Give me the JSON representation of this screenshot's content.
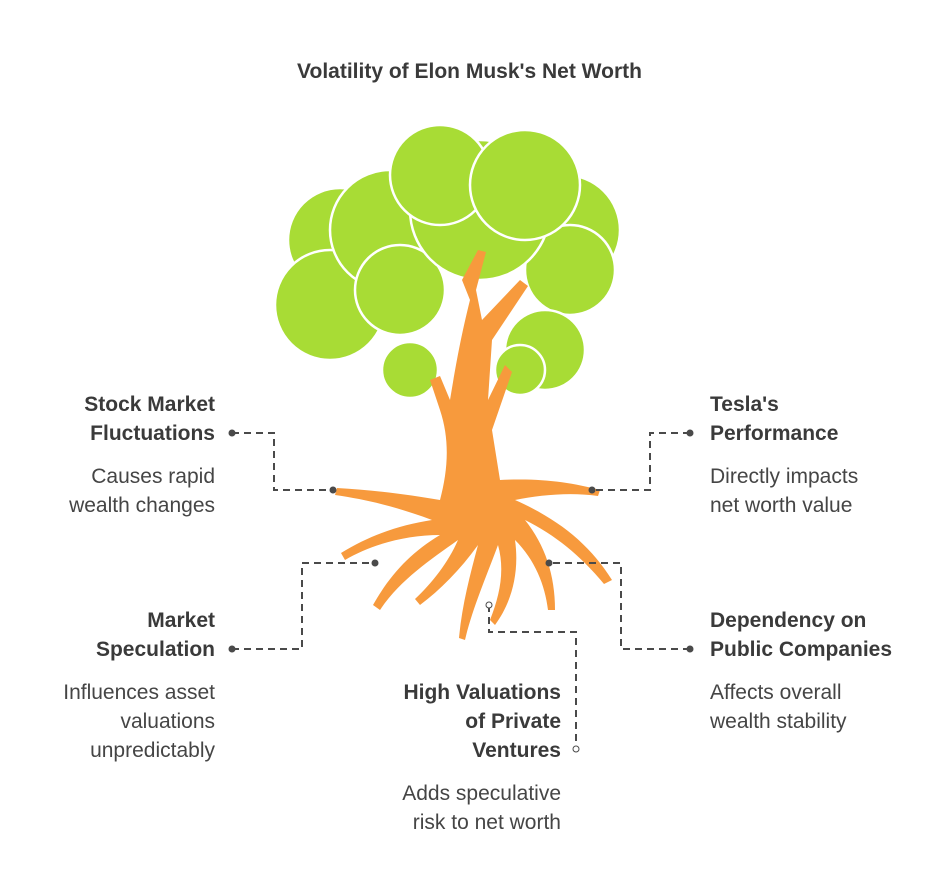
{
  "title": "Volatility of Elon Musk's Net Worth",
  "colors": {
    "foliage": "#a8dc35",
    "trunk": "#f79a3d",
    "connector": "#4a4a4a",
    "text": "#3a3a3a"
  },
  "items": [
    {
      "heading": "Stock Market\nFluctuations",
      "description": "Causes rapid\nwealth changes"
    },
    {
      "heading": "Tesla's\nPerformance",
      "description": "Directly impacts\nnet worth value"
    },
    {
      "heading": "Market\nSpeculation",
      "description": "Influences asset\nvaluations\nunpredictably"
    },
    {
      "heading": "Dependency on\nPublic Companies",
      "description": "Affects overall\nwealth stability"
    },
    {
      "heading": "High Valuations\nof Private\nVentures",
      "description": "Adds speculative\nrisk to net worth"
    }
  ]
}
